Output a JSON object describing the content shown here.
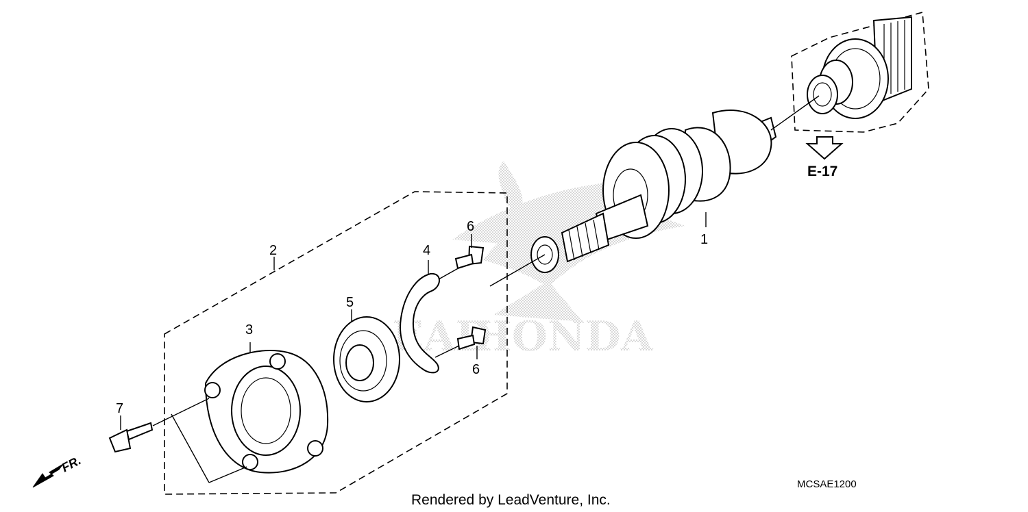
{
  "diagram": {
    "callouts": {
      "c1": "1",
      "c2": "2",
      "c3": "3",
      "c4": "4",
      "c5": "5",
      "c6a": "6",
      "c6b": "6",
      "c7": "7"
    },
    "reference": "E-17",
    "front_label": "FR.",
    "diagram_code": "MCSAE1200",
    "credit": "Rendered by LeadVenture, Inc.",
    "watermark": "HONDA",
    "watermark_partial": "LEAD"
  },
  "icons": {
    "front_arrow": "arrow-down-left-icon",
    "reference_arrow": "hollow-arrow-down-icon",
    "watermark_logo": "honda-wing-logo"
  }
}
